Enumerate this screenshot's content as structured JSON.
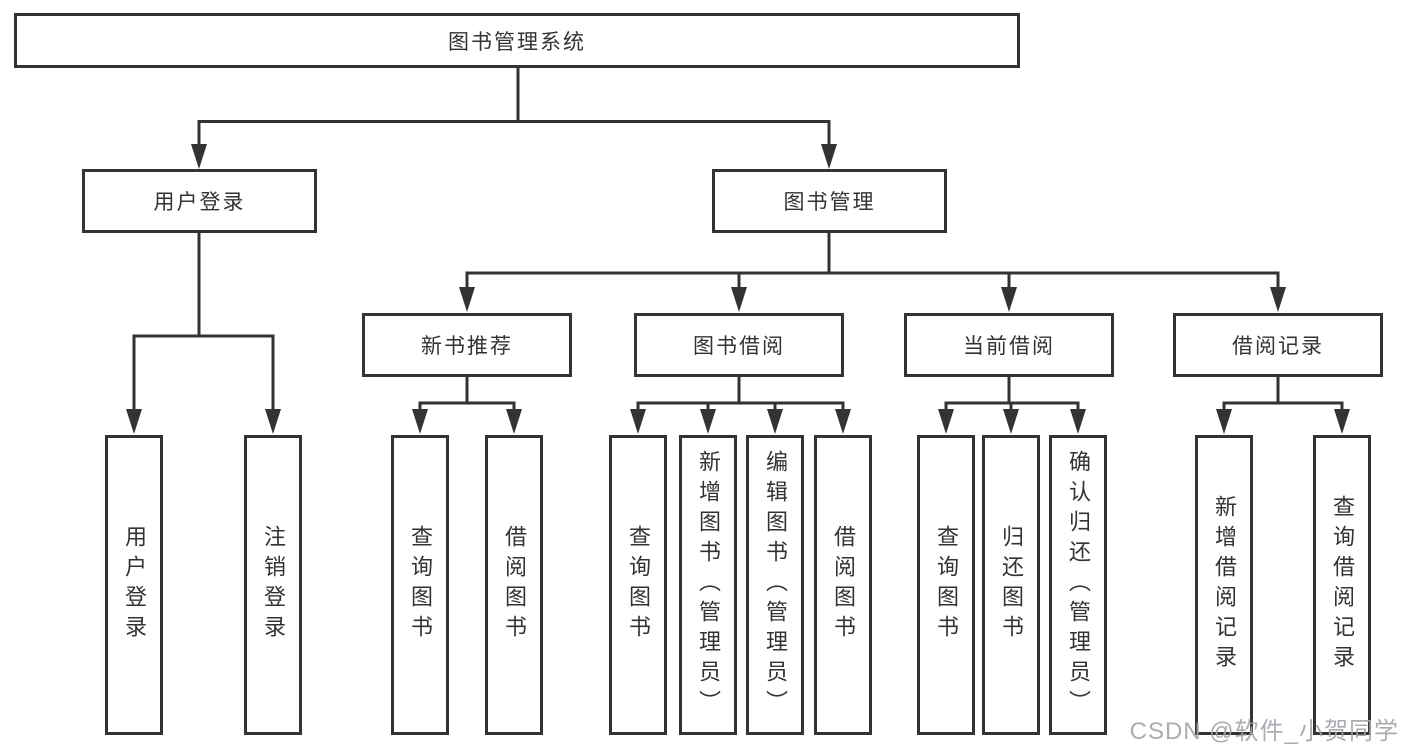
{
  "tree": {
    "root": {
      "label": "图书管理系统",
      "children": [
        {
          "label": "用户登录",
          "children": [
            {
              "label": "用户登录"
            },
            {
              "label": "注销登录"
            }
          ]
        },
        {
          "label": "图书管理",
          "children": [
            {
              "label": "新书推荐",
              "children": [
                {
                  "label": "查询图书"
                },
                {
                  "label": "借阅图书"
                }
              ]
            },
            {
              "label": "图书借阅",
              "children": [
                {
                  "label": "查询图书"
                },
                {
                  "label": "新增图书（管理员）"
                },
                {
                  "label": "编辑图书（管理员）"
                },
                {
                  "label": "借阅图书"
                }
              ]
            },
            {
              "label": "当前借阅",
              "children": [
                {
                  "label": "查询图书"
                },
                {
                  "label": "归还图书"
                },
                {
                  "label": "确认归还（管理员）"
                }
              ]
            },
            {
              "label": "借阅记录",
              "children": [
                {
                  "label": "新增借阅记录"
                },
                {
                  "label": "查询借阅记录"
                }
              ]
            }
          ]
        }
      ]
    },
    "line_color": "#333333"
  },
  "watermark": "CSDN @软件_小贺同学"
}
